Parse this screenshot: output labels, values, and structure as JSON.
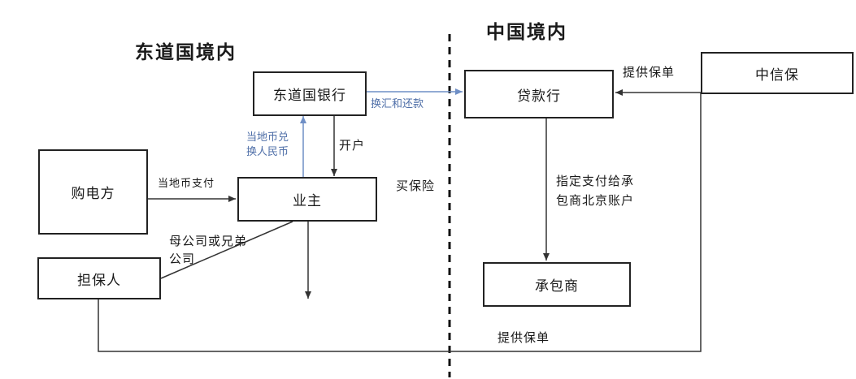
{
  "regions": {
    "left_title": "东道国境内",
    "right_title": "中国境内"
  },
  "nodes": {
    "host_bank": "东道国银行",
    "power_buyer": "购电方",
    "owner": "业主",
    "guarantor": "担保人",
    "lending_bank": "贷款行",
    "sinosure": "中信保",
    "contractor": "承包商"
  },
  "edges": {
    "exchange_repay": "换汇和还款",
    "local_to_rmb_line1": "当地币兑",
    "local_to_rmb_line2": "换人民币",
    "open_account": "开户",
    "local_payment": "当地币支付",
    "parent_sibling_line1": "母公司或兄弟",
    "parent_sibling_line2": "公司",
    "buy_insurance": "买保险",
    "designated_pay_line1": "指定支付给承",
    "designated_pay_line2": "包商北京账户",
    "provide_policy_top": "提供保单",
    "provide_policy_bottom": "提供保单"
  },
  "colors": {
    "line": "#333333",
    "blue_line": "#6f8fc6",
    "blue_text": "#4f6fa8"
  }
}
